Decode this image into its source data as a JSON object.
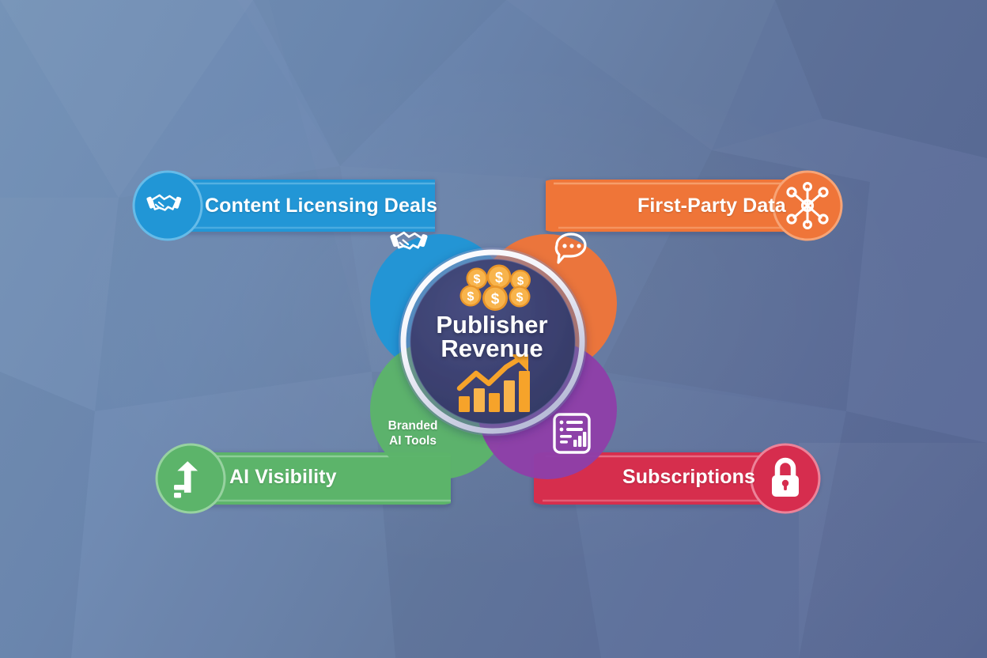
{
  "diagram": {
    "title": "Publisher Revenue",
    "type": "overlapping-circles-hub-and-spoke",
    "center": {
      "label": "Publisher\nRevenue",
      "fill": "#3d4272",
      "ring_color": "#ffffff",
      "top_icon": "coins-dollar-icon",
      "bottom_icon": "bar-chart-growth-arrow-icon",
      "icon_color": "#f6a32a"
    },
    "petals": [
      {
        "id": "content-licensing",
        "petal_label": "",
        "icon": "handshake-icon",
        "color": "#2196d6",
        "position": "top-left"
      },
      {
        "id": "first-party-data",
        "petal_label": "",
        "icon": "speech-bubble-dots-icon",
        "color": "#ef7539",
        "position": "top-right"
      },
      {
        "id": "branded-ai-tools",
        "petal_label": "Branded\nAI Tools",
        "icon": "",
        "color": "#5cb46a",
        "position": "bottom-left"
      },
      {
        "id": "subscriptions-petal",
        "petal_label": "",
        "icon": "report-dashboard-icon",
        "color": "#8e3fa8",
        "position": "bottom-right"
      }
    ],
    "bars": [
      {
        "id": "content-licensing-deals",
        "label": "Content Licensing Deals",
        "icon": "handshake-icon",
        "color": "#2196d6",
        "badge_color": "#2196d6",
        "side": "left",
        "row": "top"
      },
      {
        "id": "first-party-data",
        "label": "First-Party Data",
        "icon": "network-nodes-icon",
        "color": "#ef7539",
        "badge_color": "#ef7539",
        "side": "right",
        "row": "top"
      },
      {
        "id": "ai-visibility",
        "label": "AI Visibility",
        "icon": "growth-arrow-up-icon",
        "color": "#5cb46a",
        "badge_color": "#5cb46a",
        "side": "left",
        "row": "bottom"
      },
      {
        "id": "subscriptions",
        "label": "Subscriptions",
        "icon": "lock-icon",
        "color": "#d62d4e",
        "badge_color": "#d62d4e",
        "side": "right",
        "row": "bottom"
      }
    ],
    "background": {
      "style": "low-poly-triangles",
      "color_left": "#7593b7",
      "color_right": "#596a97"
    }
  }
}
